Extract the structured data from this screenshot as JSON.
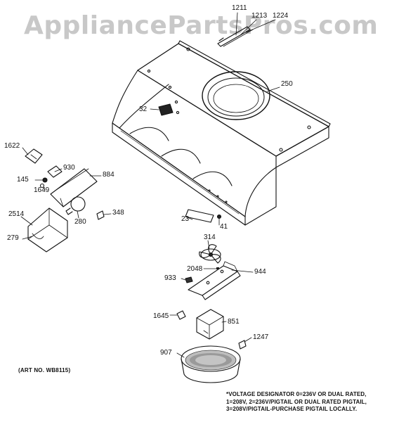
{
  "watermark": "AppliancePartsPros.com",
  "callouts": {
    "p1211": "1211",
    "p1213": "1213",
    "p1224": "1224",
    "p250": "250",
    "p32": "32",
    "p1622": "1622",
    "p930": "930",
    "p884": "884",
    "p145": "145",
    "p1649": "1649",
    "p2514": "2514",
    "p348": "348",
    "p280": "280",
    "p279": "279",
    "p23": "23",
    "p41": "41",
    "p314": "314",
    "p2048": "2048",
    "p944": "944",
    "p933": "933",
    "p1645": "1645",
    "p851": "851",
    "p1247": "1247",
    "p907": "907"
  },
  "art_number": "(ART NO. WB8115)",
  "voltage_note": {
    "line1": "*VOLTAGE DESIGNATOR 0=236V OR DUAL RATED,",
    "line2": "1=208V, 2=236V/PIGTAIL OR DUAL RATED PIGTAIL,",
    "line3": "3=208V/PIGTAIL-PURCHASE PIGTAIL LOCALLY."
  }
}
